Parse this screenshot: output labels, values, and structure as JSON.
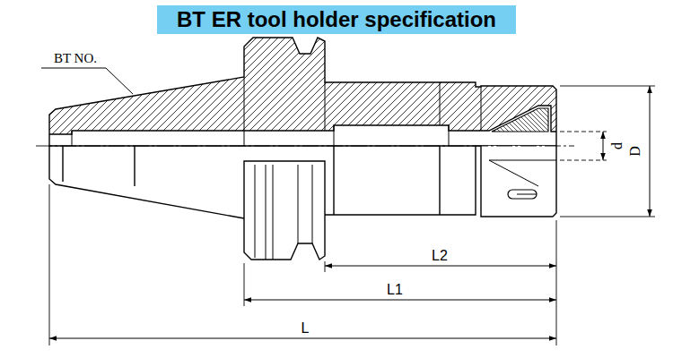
{
  "diagram": {
    "title": "BT ER tool holder specification",
    "labels": [
      "BT NO.",
      "d",
      "D",
      "L2",
      "L1",
      "L"
    ]
  }
}
